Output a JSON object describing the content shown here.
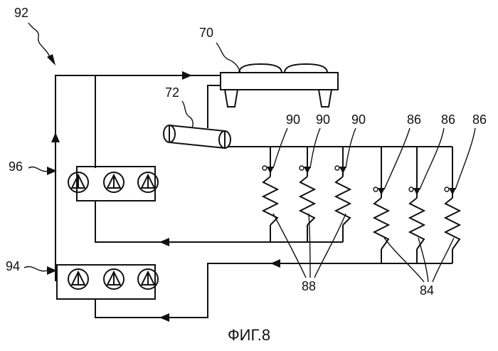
{
  "figure": {
    "caption": "ФИГ.8",
    "labels": {
      "system": "92",
      "condenser": "70",
      "receiver": "72",
      "compressors_upper": "96",
      "compressors_lower": "94",
      "expansion_valves_upper": [
        "90",
        "90",
        "90"
      ],
      "expansion_valves_lower": [
        "86",
        "86",
        "86"
      ],
      "evaporators_upper": "88",
      "evaporators_lower": "84"
    }
  }
}
